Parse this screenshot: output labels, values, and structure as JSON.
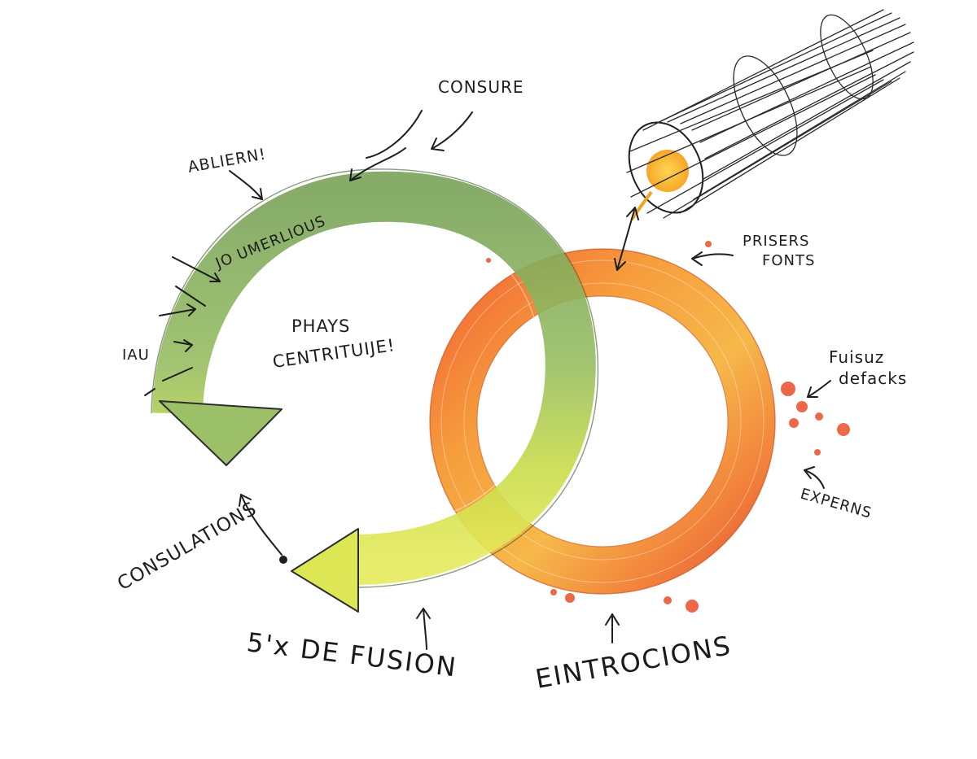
{
  "labels": {
    "consure": "CONSURE",
    "ablern": "ABLIERN!",
    "jo_umerlious": "JO UMERLIOUS",
    "iau": "IAU",
    "phays": "PHAYS",
    "entrituije": "CENTRITUIJE!",
    "consulations": "CONSULATIONS",
    "fusion": "5'x DE FUSION",
    "eintrocions": "EINTROCIONS",
    "prisers": "PRISERS",
    "fonts": "FONTS",
    "fuisuz": "Fuisuz",
    "defacks": "defacks",
    "experns": "EXPERNS"
  },
  "colors": {
    "green_dark": "#6f9a4f",
    "green_mid": "#8fb865",
    "lime": "#c8dc48",
    "yellow": "#e4e85a",
    "orange": "#f29a2a",
    "orange_red": "#e8562a",
    "ink": "#1e1e1e"
  },
  "icons": {
    "cylinder": "wireframe-tube-icon",
    "arrow": "curved-arrow-icon",
    "ring": "orange-ring"
  }
}
